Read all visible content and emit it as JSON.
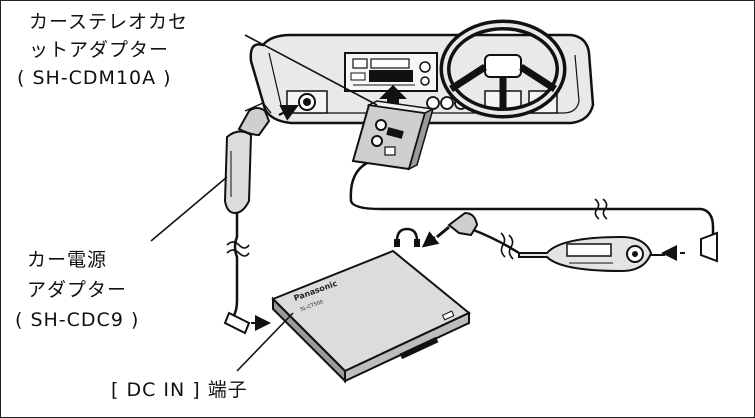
{
  "labels": {
    "cassette_adapter": {
      "line1": "カーステレオカセ",
      "line2": "ットアダプター",
      "model": "( SH-CDM10A )"
    },
    "power_adapter": {
      "line1": "カー電源",
      "line2": "アダプター",
      "model": "( SH-CDC9 )"
    },
    "dc_in": "[ DC IN ] 端子"
  },
  "device": {
    "brand": "Panasonic",
    "model": "SL-CT500"
  },
  "icons": {
    "headphone_jack": "headphone-icon"
  },
  "colors": {
    "line": "#111111",
    "panel_fill": "#e9e9e9",
    "cassette_fill": "#cfcfcf",
    "player_fill": "#dcdcdc"
  }
}
